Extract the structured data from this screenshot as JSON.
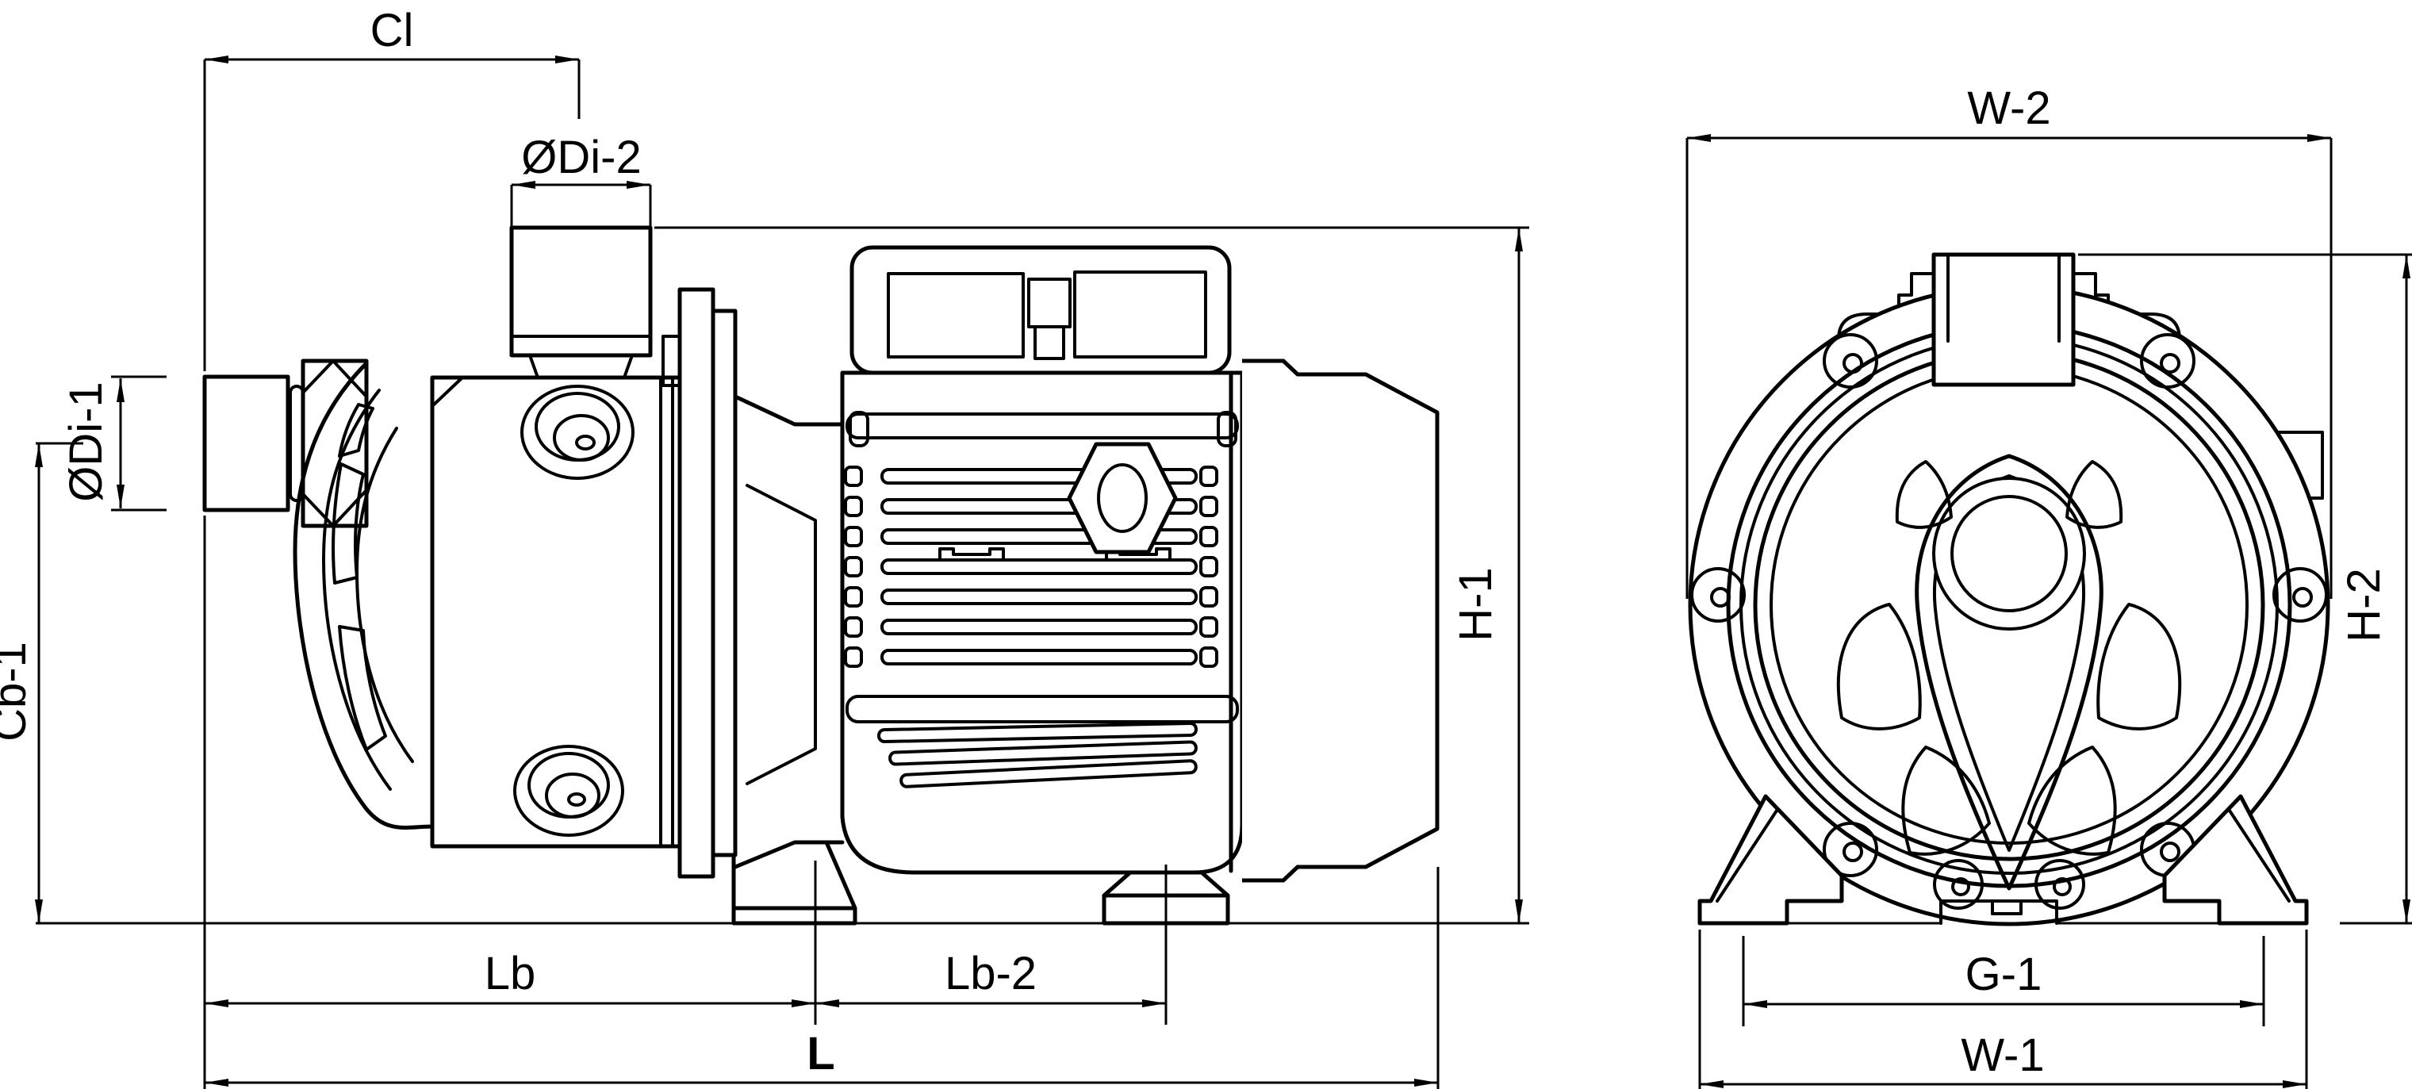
{
  "drawing": {
    "type": "engineering-dimension-drawing",
    "subject": "centrifugal-jet-pump",
    "colors": {
      "background": "#ffffff",
      "line": "#000000"
    },
    "views": {
      "side": {
        "dimension_count": 8
      },
      "front": {
        "dimension_count": 4
      }
    },
    "dimensions": {
      "side": {
        "cl": "Cl",
        "di2": "ØDi-2",
        "di1": "ØDi-1",
        "cb1": "Cb-1",
        "lb": "Lb",
        "lb2": "Lb-2",
        "l": "L",
        "h1": "H-1"
      },
      "front": {
        "w2": "W-2",
        "h2": "H-2",
        "g1": "G-1",
        "w1": "W-1"
      }
    }
  }
}
